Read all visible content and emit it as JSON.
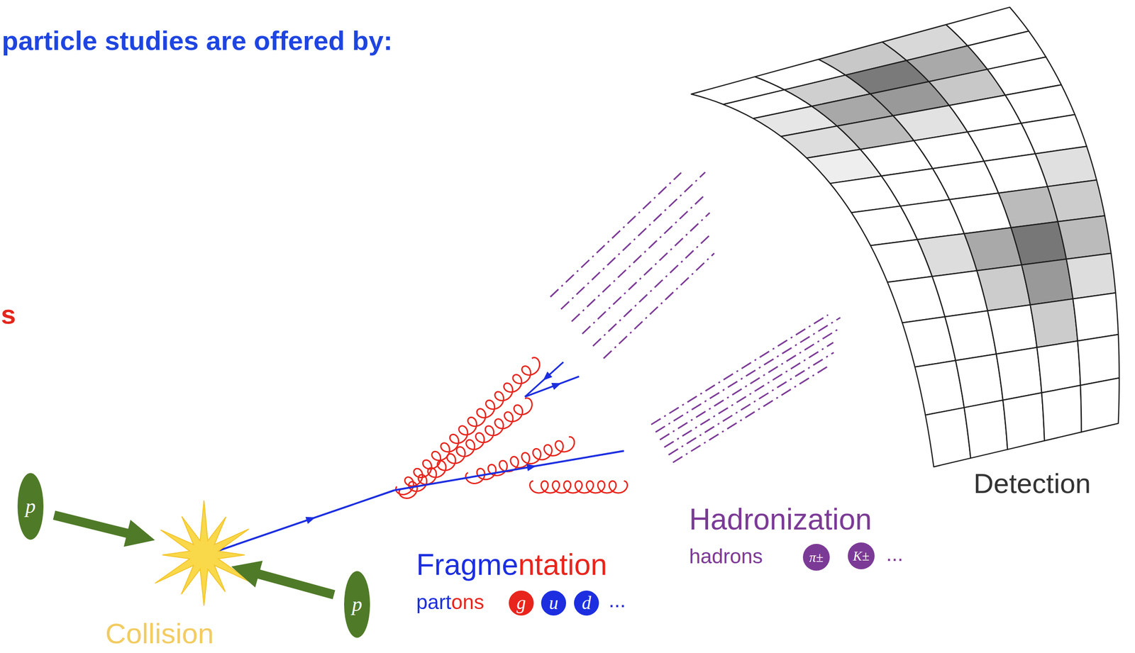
{
  "diagram": {
    "nodes": [
      {
        "text": [
          "p"
        ]
      },
      {
        "text": [
          "p"
        ]
      },
      {
        "text": [
          "g"
        ]
      },
      {
        "text": [
          "u"
        ]
      },
      {
        "text": [
          "d"
        ]
      },
      {
        "text": [
          "π±"
        ]
      },
      {
        "text": [
          "K±"
        ]
      }
    ],
    "labels": [
      "particle studies are offered by:",
      "s",
      "Collision",
      "Fragmentation",
      "partons",
      "...",
      "Hadronization",
      "hadrons",
      "...",
      "Detection"
    ]
  }
}
